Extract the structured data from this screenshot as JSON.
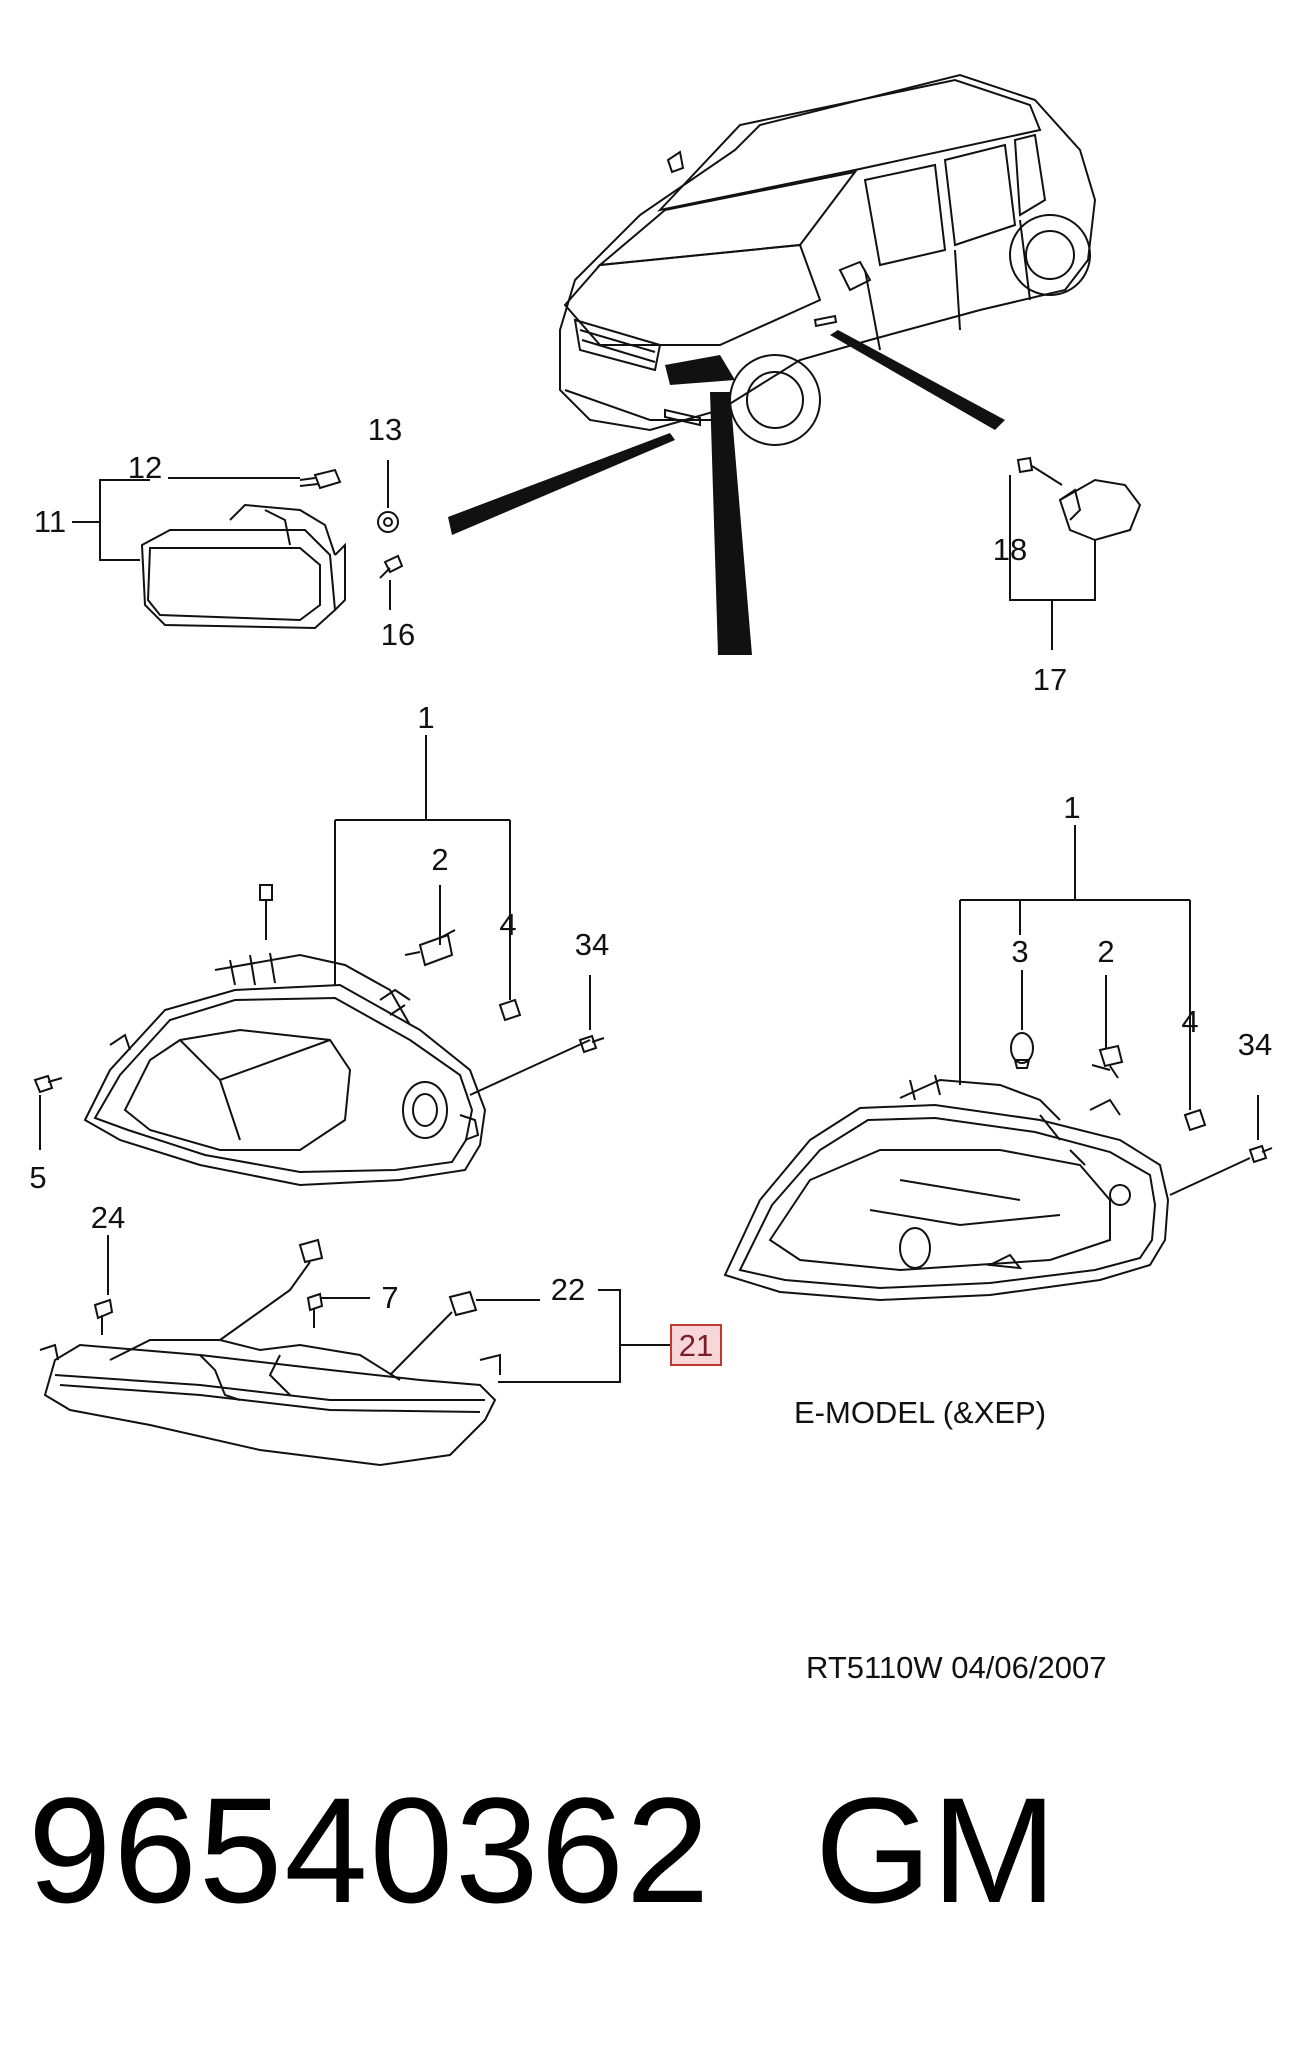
{
  "callouts": {
    "c1_left": "1",
    "c2_left": "2",
    "c4_left": "4",
    "c34_left": "34",
    "c5": "5",
    "c24": "24",
    "c7": "7",
    "c22": "22",
    "c21": "21",
    "c11": "11",
    "c12": "12",
    "c13": "13",
    "c16": "16",
    "c18": "18",
    "c17": "17",
    "c1_right": "1",
    "c3_right": "3",
    "c2_right": "2",
    "c4_right": "4",
    "c34_right": "34"
  },
  "highlighted_callout": "21",
  "highlight_color": "#f8d7da",
  "highlight_border": "#c0392b",
  "model_note": "E-MODEL (&XEP)",
  "revision": "RT5110W  04/06/2007",
  "part_number": "96540362",
  "brand": "GM"
}
